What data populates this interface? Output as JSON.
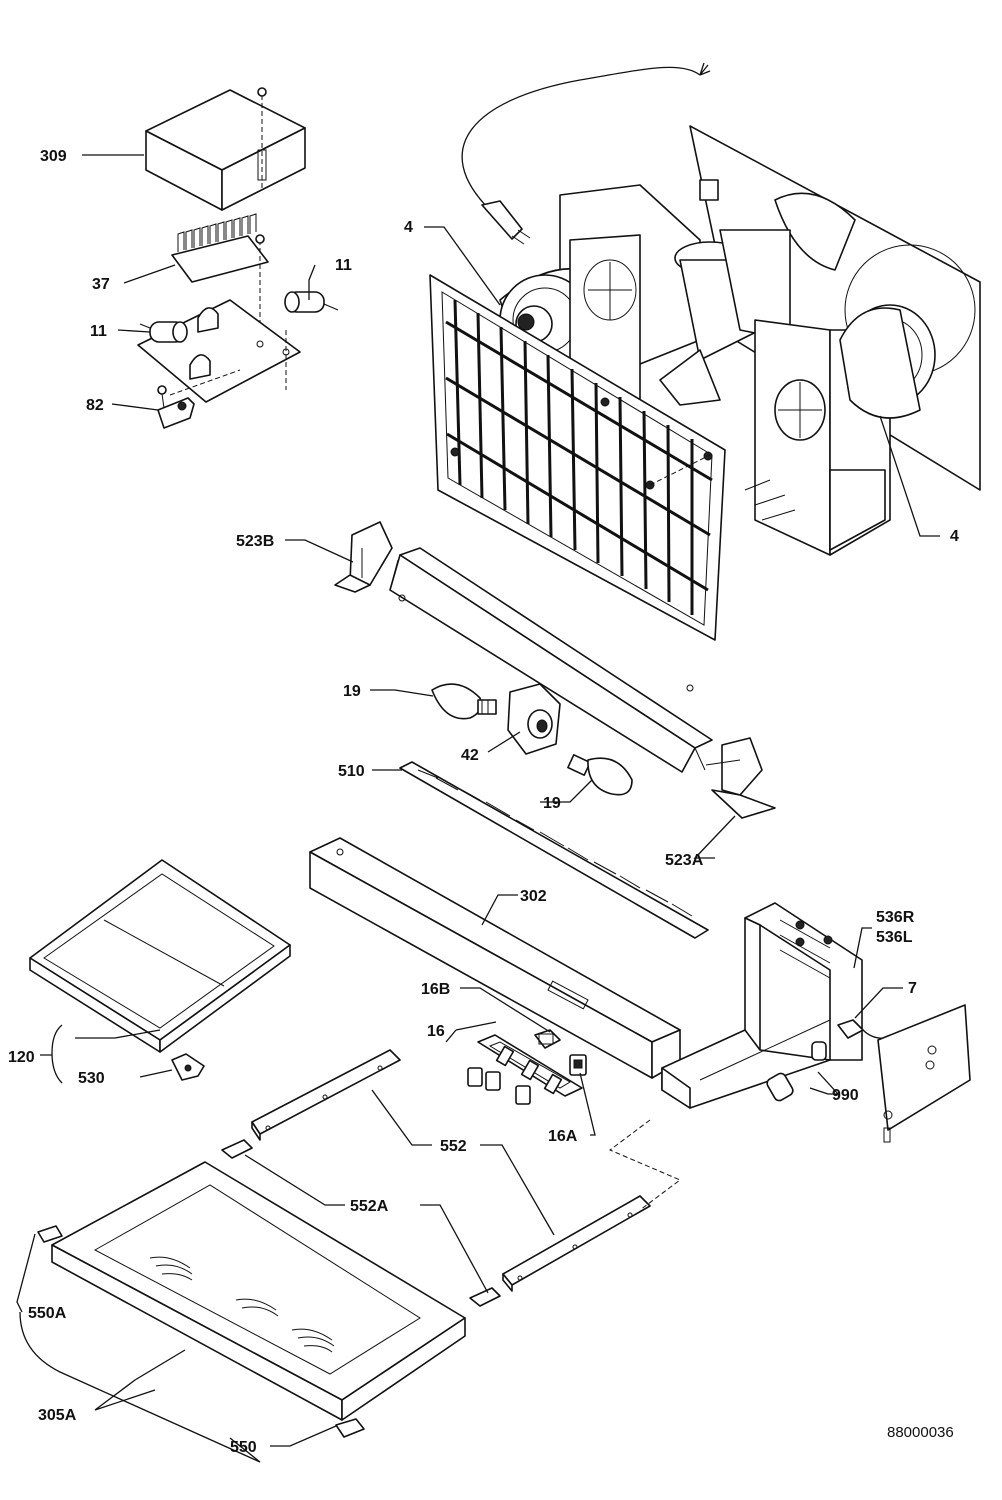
{
  "document_number": "88000036",
  "labels": {
    "l309": "309",
    "l37": "37",
    "l11a": "11",
    "l11b": "11",
    "l82": "82",
    "l4a": "4",
    "l4b": "4",
    "l523B": "523B",
    "l19a": "19",
    "l42": "42",
    "l510": "510",
    "l19b": "19",
    "l523A": "523A",
    "l302": "302",
    "l536R": "536R",
    "l536L": "536L",
    "l7": "7",
    "l16B": "16B",
    "l16": "16",
    "l120": "120",
    "l530": "530",
    "l990": "990",
    "l16A": "16A",
    "l552": "552",
    "l552A": "552A",
    "l550A": "550A",
    "l305A": "305A",
    "l550": "550"
  }
}
